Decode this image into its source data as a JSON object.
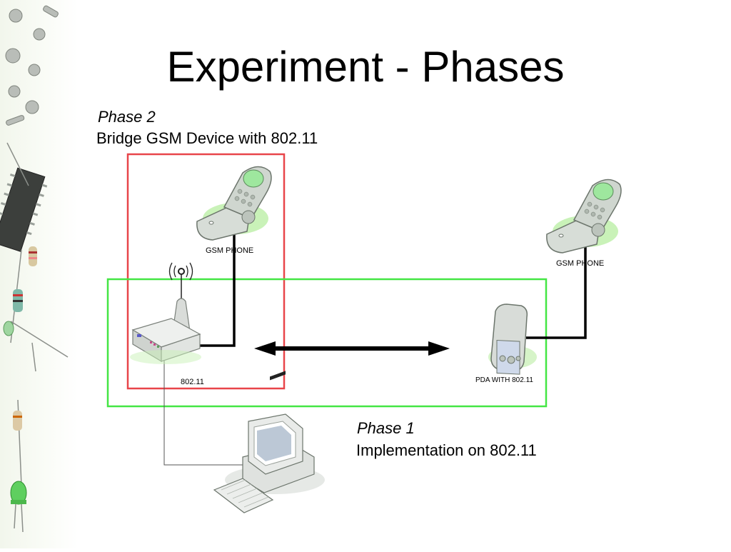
{
  "slide": {
    "title": "Experiment - Phases"
  },
  "phases": {
    "phase2": {
      "name": "Phase 2",
      "description": "Bridge GSM Device with 802.11",
      "box_color": "#e8454a"
    },
    "phase1": {
      "name": "Phase 1",
      "description": "Implementation on 802.11",
      "box_color": "#44e644"
    }
  },
  "devices": {
    "gsm_phone_left": {
      "label": "GSM PHONE",
      "icon": "gsm-phone-icon"
    },
    "gsm_phone_right": {
      "label": "GSM PHONE",
      "icon": "gsm-phone-icon"
    },
    "access_point": {
      "label": "802.11",
      "icon": "wireless-access-point-icon"
    },
    "pda": {
      "label": "PDA WITH 802.11",
      "icon": "pda-icon"
    },
    "computer": {
      "icon": "desktop-computer-icon"
    }
  }
}
